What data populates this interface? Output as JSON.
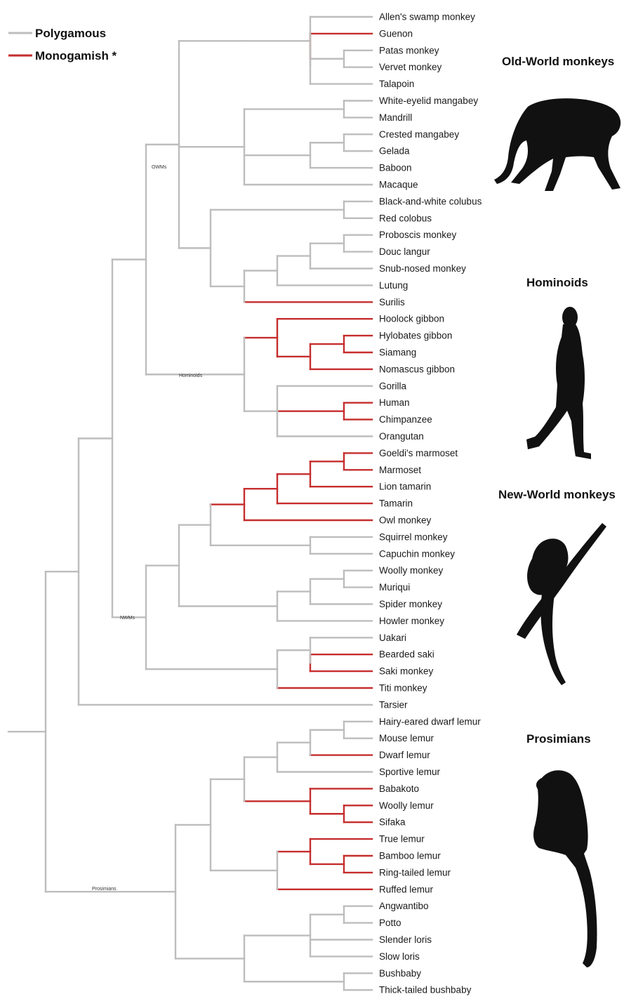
{
  "legend": {
    "polygamous": "Polygamous",
    "monogamish": "Monogamish *"
  },
  "colors": {
    "polygamous": "#bdbdbd",
    "monogamish": "#c62d2d",
    "silhouette": "#111111"
  },
  "clade_labels": {
    "owms": "OWMs",
    "hominoids": "Hominoids",
    "nwms": "NWMs",
    "prosimians": "Prosimians"
  },
  "group_titles": {
    "old_world": "Old-World monkeys",
    "hominoids": "Hominoids",
    "new_world": "New-World monkeys",
    "prosimians": "Prosimians"
  },
  "silhouettes": {
    "old_world": "baboon-silhouette",
    "hominoids": "human-silhouette",
    "new_world": "marmoset-silhouette",
    "prosimians": "lemur-silhouette"
  },
  "taxa": [
    "Allen's swamp monkey",
    "Guenon",
    "Patas monkey",
    "Vervet monkey",
    "Talapoin",
    "White-eyelid mangabey",
    "Mandrill",
    "Crested mangabey",
    "Gelada",
    "Baboon",
    "Macaque",
    "Black-and-white colubus",
    "Red colobus",
    "Proboscis monkey",
    "Douc langur",
    "Snub-nosed monkey",
    "Lutung",
    "Surilis",
    "Hoolock gibbon",
    "Hylobates gibbon",
    "Siamang",
    "Nomascus gibbon",
    "Gorilla",
    "Human",
    "Chimpanzee",
    "Orangutan",
    "Goeldi's marmoset",
    "Marmoset",
    "Lion tamarin",
    "Tamarin",
    "Owl monkey",
    "Squirrel monkey",
    "Capuchin monkey",
    "Woolly monkey",
    "Muriqui",
    "Spider monkey",
    "Howler monkey",
    "Uakari",
    "Bearded saki",
    "Saki monkey",
    "Titi monkey",
    "Tarsier",
    "Hairy-eared dwarf lemur",
    "Mouse lemur",
    "Dwarf lemur",
    "Sportive lemur",
    "Babakoto",
    "Woolly lemur",
    "Sifaka",
    "True lemur",
    "Bamboo lemur",
    "Ring-tailed lemur",
    "Ruffed lemur",
    "Angwantibo",
    "Potto",
    "Slender loris",
    "Slow loris",
    "Bushbaby",
    "Thick-tailed bushbaby"
  ]
}
